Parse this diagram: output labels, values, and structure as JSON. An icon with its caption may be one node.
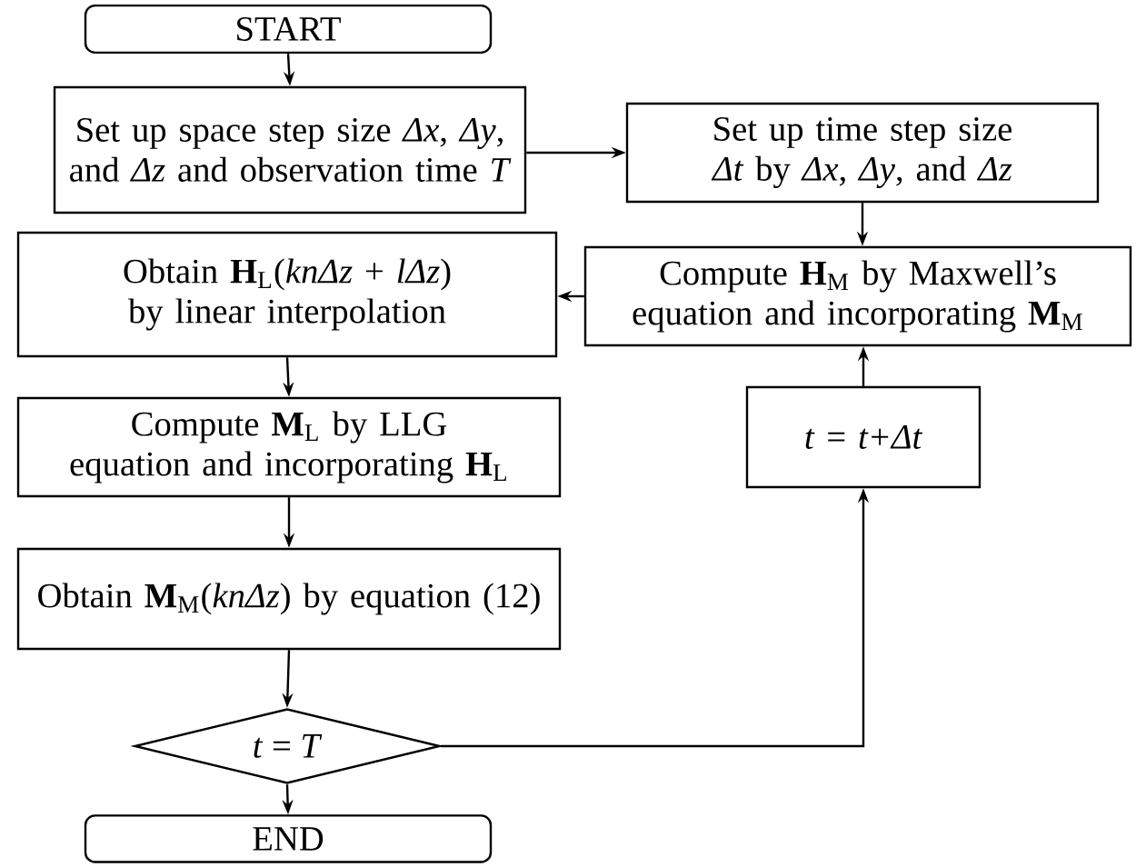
{
  "diagram": {
    "nodes": [
      {
        "text": [
          "START"
        ]
      },
      {
        "text": [
          "Set up space step size *Δx*, *Δy*, and *Δz* and observation time *T*"
        ]
      },
      {
        "text": [
          "Set up time step size *Δt* by *Δx*, *Δy*, and *Δz*"
        ]
      },
      {
        "text": [
          "Obtain **H**$_{L}$(*knΔz* + *lΔz*) by linear interpolation"
        ]
      },
      {
        "text": [
          "Compute **H**$_{M}$ by Maxwell’s equation and incorporating **M**$_{M}$"
        ]
      },
      {
        "text": [
          "Compute **M**$_{L}$ by LLG equation and incorporating **H**$_{L}$"
        ]
      },
      {
        "text": [
          "Obtain **M**$_{M}$(*knΔz*) by equation (12)"
        ]
      },
      {
        "text": [
          "*t* = *T*"
        ]
      },
      {
        "text": [
          "*t* = *t+Δt*"
        ]
      },
      {
        "text": [
          "END"
        ]
      }
    ],
    "edges": [
      {
        "from": 0,
        "to": 1,
        "arrow": "to"
      },
      {
        "from": 1,
        "to": 2,
        "arrow": "to"
      },
      {
        "from": 2,
        "to": 4,
        "arrow": "to"
      },
      {
        "from": 4,
        "to": 3,
        "arrow": "to"
      },
      {
        "from": 3,
        "to": 5,
        "arrow": "to"
      },
      {
        "from": 5,
        "to": 6,
        "arrow": "to"
      },
      {
        "from": 6,
        "to": 7,
        "arrow": "to"
      },
      {
        "from": 7,
        "to": 8,
        "arrow": "to"
      },
      {
        "from": 8,
        "to": 4,
        "arrow": "to"
      },
      {
        "from": 7,
        "to": 9,
        "arrow": "to"
      }
    ]
  }
}
